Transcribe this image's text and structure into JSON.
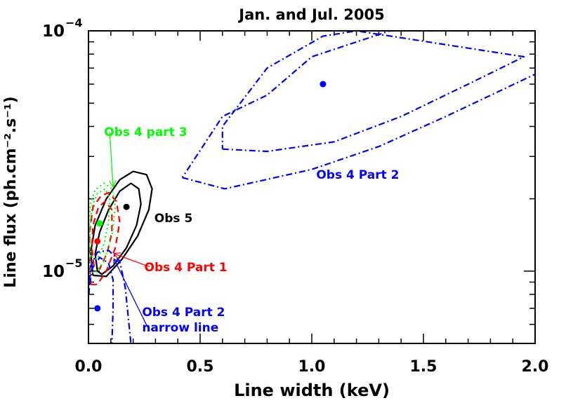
{
  "chart_data": {
    "type": "contour",
    "title": "Jan. and Jul. 2005",
    "xlabel": "Line width (keV)",
    "ylabel": "Line flux (ph.cm⁻².s⁻¹)",
    "xlim": [
      0.0,
      2.0
    ],
    "ylim": [
      5e-06,
      0.0001
    ],
    "y_scale": "log",
    "x_ticks": [
      {
        "value": 0.0,
        "label": "0.0"
      },
      {
        "value": 0.5,
        "label": "0.5"
      },
      {
        "value": 1.0,
        "label": "1.0"
      },
      {
        "value": 1.5,
        "label": "1.5"
      },
      {
        "value": 2.0,
        "label": "2.0"
      }
    ],
    "y_ticks": [
      {
        "value": 1e-05,
        "base": "10",
        "exp": "−5"
      },
      {
        "value": 0.0001,
        "base": "10",
        "exp": "−4"
      }
    ],
    "grid": false,
    "series": [
      {
        "name": "Obs 5",
        "color": "#000000",
        "dash": "solid",
        "best_fit": [
          0.17,
          1.85e-05
        ],
        "contours": [
          [
            [
              0.04,
              1e-05
            ],
            [
              0.03,
              1.18e-05
            ],
            [
              0.05,
              1.45e-05
            ],
            [
              0.09,
              1.8e-05
            ],
            [
              0.14,
              2.15e-05
            ],
            [
              0.19,
              2.32e-05
            ],
            [
              0.225,
              2.2e-05
            ],
            [
              0.235,
              1.9e-05
            ],
            [
              0.215,
              1.55e-05
            ],
            [
              0.17,
              1.25e-05
            ],
            [
              0.11,
              1.05e-05
            ],
            [
              0.06,
              9.7e-06
            ],
            [
              0.04,
              1e-05
            ]
          ],
          [
            [
              0.02,
              9.6e-06
            ],
            [
              0.01,
              1.2e-05
            ],
            [
              0.03,
              1.55e-05
            ],
            [
              0.08,
              2e-05
            ],
            [
              0.14,
              2.4e-05
            ],
            [
              0.2,
              2.6e-05
            ],
            [
              0.26,
              2.52e-05
            ],
            [
              0.285,
              2.2e-05
            ],
            [
              0.27,
              1.8e-05
            ],
            [
              0.22,
              1.4e-05
            ],
            [
              0.15,
              1.12e-05
            ],
            [
              0.08,
              9.5e-06
            ],
            [
              0.02,
              9.6e-06
            ]
          ]
        ]
      },
      {
        "name": "Obs 4 Part 1",
        "color": "#ff0000",
        "dash": "dashed",
        "best_fit": [
          0.04,
          1.33e-05
        ],
        "contours": [
          [
            [
              0.025,
              1.05e-05
            ],
            [
              0.015,
              1.25e-05
            ],
            [
              0.02,
              1.55e-05
            ],
            [
              0.045,
              1.85e-05
            ],
            [
              0.075,
              1.95e-05
            ],
            [
              0.105,
              1.8e-05
            ],
            [
              0.105,
              1.45e-05
            ],
            [
              0.085,
              1.2e-05
            ],
            [
              0.05,
              1.02e-05
            ],
            [
              0.025,
              1.05e-05
            ]
          ],
          [
            [
              0.01,
              8.8e-06
            ],
            [
              0.005,
              1.1e-05
            ],
            [
              0.005,
              1.45e-05
            ],
            [
              0.02,
              1.85e-05
            ],
            [
              0.055,
              2.05e-05
            ],
            [
              0.09,
              2.12e-05
            ],
            [
              0.125,
              1.95e-05
            ],
            [
              0.14,
              1.6e-05
            ],
            [
              0.12,
              1.25e-05
            ],
            [
              0.08,
              1e-05
            ],
            [
              0.04,
              8.8e-06
            ],
            [
              0.01,
              8.8e-06
            ]
          ]
        ]
      },
      {
        "name": "Obs 4 part 3",
        "color": "#00ff00",
        "dash": "dotted",
        "best_fit": [
          0.05,
          1.58e-05
        ],
        "contours": [
          [
            [
              0.01,
              1.15e-05
            ],
            [
              0.005,
              1.45e-05
            ],
            [
              0.015,
              1.85e-05
            ],
            [
              0.04,
              2.1e-05
            ],
            [
              0.075,
              2.2e-05
            ],
            [
              0.095,
              2e-05
            ],
            [
              0.09,
              1.6e-05
            ],
            [
              0.07,
              1.3e-05
            ],
            [
              0.04,
              1.12e-05
            ],
            [
              0.01,
              1.15e-05
            ]
          ],
          [
            [
              0.005,
              1e-05
            ],
            [
              0.002,
              1.4e-05
            ],
            [
              0.008,
              1.9e-05
            ],
            [
              0.03,
              2.18e-05
            ],
            [
              0.07,
              2.32e-05
            ],
            [
              0.105,
              2.2e-05
            ],
            [
              0.12,
              1.85e-05
            ],
            [
              0.105,
              1.4e-05
            ],
            [
              0.07,
              1.1e-05
            ],
            [
              0.03,
              9.8e-06
            ],
            [
              0.005,
              1e-05
            ]
          ]
        ]
      },
      {
        "name": "Obs 4 Part 2",
        "color": "#0000ff",
        "dash": "dashdot",
        "best_fit": [
          1.05,
          6e-05
        ],
        "contours": [
          [
            [
              0.6,
              3.22e-05
            ],
            [
              0.8,
              3.15e-05
            ],
            [
              1.1,
              3.45e-05
            ],
            [
              1.4,
              4.4e-05
            ],
            [
              1.7,
              6e-05
            ],
            [
              1.95,
              7.8e-05
            ],
            [
              1.2,
              0.0001
            ],
            [
              1.05,
              9.5e-05
            ],
            [
              0.8,
              7e-05
            ],
            [
              0.6,
              4e-05
            ],
            [
              0.6,
              3.22e-05
            ]
          ],
          [
            [
              0.42,
              2.45e-05
            ],
            [
              0.61,
              2.2e-05
            ],
            [
              1.0,
              2.65e-05
            ],
            [
              1.3,
              3.3e-05
            ],
            [
              1.6,
              4.4e-05
            ],
            [
              2.0,
              6.6e-05
            ],
            [
              2.0,
              0.0001
            ],
            [
              1.35,
              0.0001
            ],
            [
              1.0,
              7.8e-05
            ],
            [
              0.8,
              5.4e-05
            ],
            [
              0.6,
              4.4e-05
            ],
            [
              0.42,
              2.45e-05
            ]
          ]
        ]
      },
      {
        "name": "Obs 4 Part 2 narrow line",
        "color": "#0000ff",
        "dash": "dashdot",
        "best_fit": [
          0.04,
          7e-06
        ],
        "contours": [
          [
            [
              0.005,
              8.8e-06
            ],
            [
              0.015,
              1.02e-05
            ],
            [
              0.05,
              1.14e-05
            ],
            [
              0.09,
              1.08e-05
            ],
            [
              0.11,
              9.2e-06
            ],
            [
              0.11,
              7e-06
            ],
            [
              0.105,
              5e-06
            ]
          ],
          [
            [
              0.002,
              8e-06
            ],
            [
              0.01,
              1.05e-05
            ],
            [
              0.04,
              1.2e-05
            ],
            [
              0.09,
              1.22e-05
            ],
            [
              0.14,
              1.1e-05
            ],
            [
              0.165,
              8.5e-06
            ],
            [
              0.18,
              6.2e-06
            ],
            [
              0.19,
              5e-06
            ]
          ]
        ]
      }
    ],
    "annotations": [
      {
        "text": "Obs 4 part 3",
        "color": "#00ff00",
        "pos": [
          0.07,
          3.65e-05
        ],
        "arrow_to": [
          0.11,
          2.25e-05
        ]
      },
      {
        "text": "Obs 5",
        "color": "#000000",
        "pos": [
          0.295,
          1.6e-05
        ]
      },
      {
        "text": "Obs 4 Part 1",
        "color": "#ff0000",
        "pos": [
          0.25,
          1e-05
        ],
        "arrow_to": [
          0.115,
          1.18e-05
        ]
      },
      {
        "text": "Obs 4 Part 2",
        "color": "#0000ff",
        "pos": [
          1.02,
          2.42e-05
        ]
      },
      {
        "text": "Obs 4 Part 2",
        "color": "#0000ff",
        "pos": [
          0.24,
          6.5e-06
        ]
      },
      {
        "text": "narrow line",
        "color": "#0000ff",
        "pos": [
          0.24,
          5.6e-06
        ],
        "arrow_to": [
          0.115,
          1.12e-05
        ]
      }
    ]
  }
}
